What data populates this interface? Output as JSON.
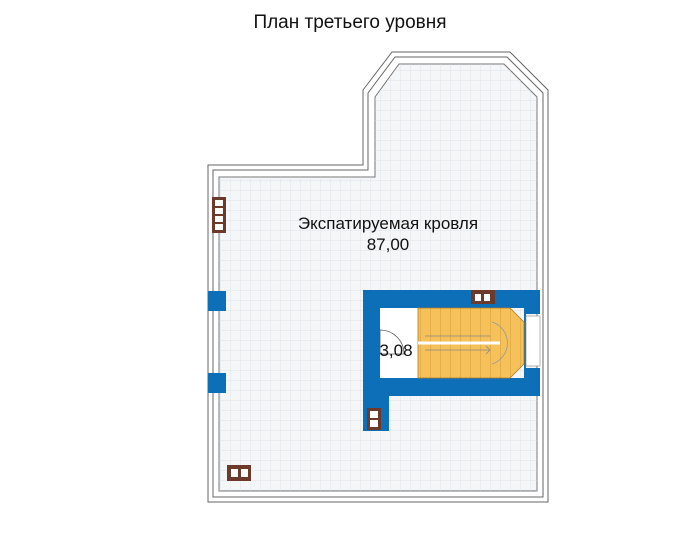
{
  "title": "План третьего уровня",
  "rooms": [
    {
      "name": "Экспатируемая кровля",
      "area": "87,00"
    },
    {
      "name": "",
      "area": "3,08"
    }
  ],
  "colors": {
    "wall": "#0d6fb8",
    "stair": "#f6c15a",
    "roof": "#f4f6f8",
    "grid": "#d8dde4",
    "chimney": "#6b3a2a"
  }
}
